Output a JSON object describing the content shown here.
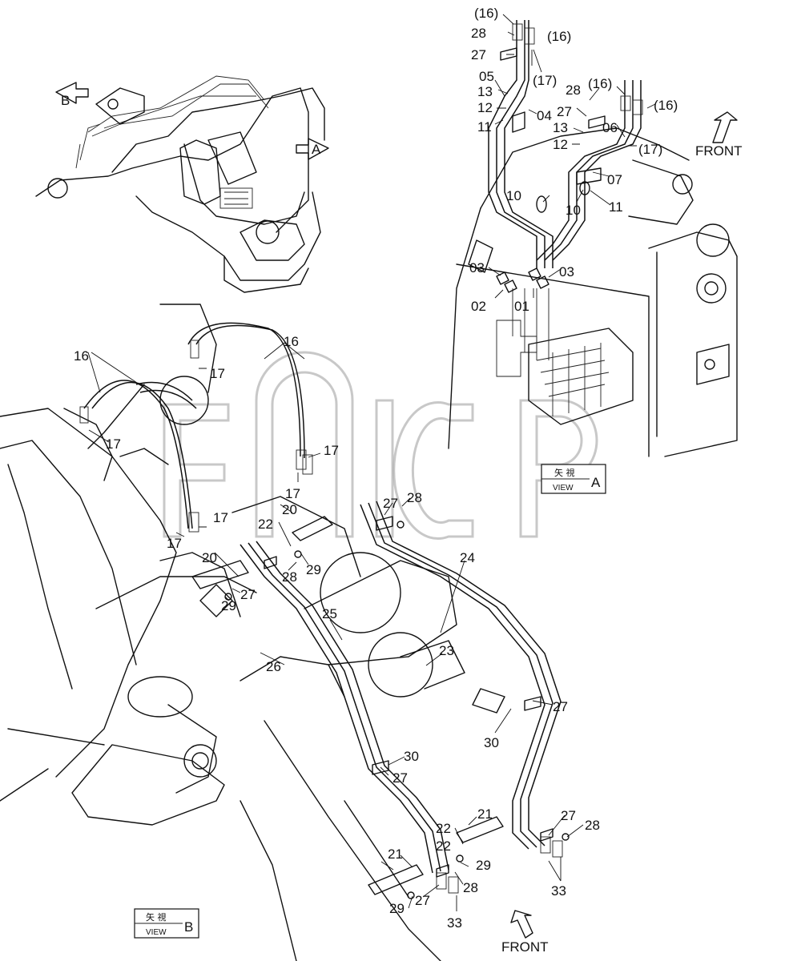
{
  "view_boxes": {
    "a": {
      "jp": "矢 視",
      "view": "VIEW",
      "letter": "A"
    },
    "b": {
      "jp": "矢 視",
      "view": "VIEW",
      "letter": "B"
    }
  },
  "front_labels": [
    "FRONT",
    "FRONT"
  ],
  "overview_arrows": [
    "B",
    "A"
  ],
  "callouts": {
    "view_a": [
      "(16)",
      "(16)",
      "28",
      "27",
      "(17)",
      "05",
      "13",
      "04",
      "12",
      "11",
      "28",
      "(16)",
      "(16)",
      "27",
      "13",
      "06",
      "12",
      "(17)",
      "07",
      "10",
      "10",
      "11",
      "03",
      "03",
      "02",
      "01"
    ],
    "main": [
      "16",
      "16",
      "17",
      "17",
      "17",
      "17",
      "17",
      "17",
      "20",
      "27",
      "28",
      "22",
      "20",
      "28",
      "29",
      "29",
      "27",
      "24",
      "25",
      "23",
      "26",
      "27",
      "30",
      "30",
      "27",
      "21",
      "22",
      "27",
      "28",
      "22",
      "21",
      "29",
      "29",
      "27",
      "28",
      "33",
      "33"
    ]
  }
}
